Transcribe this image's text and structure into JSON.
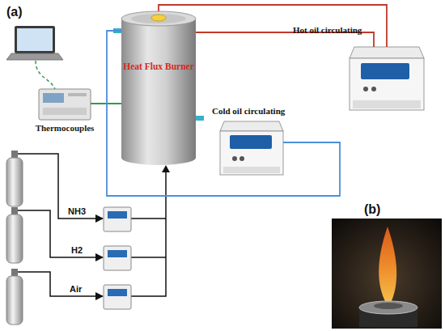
{
  "diagram": {
    "nodes": [
      {
        "text": [
          "Heat Flux Burner"
        ]
      },
      {
        "text": [
          "Thermocouples"
        ]
      },
      {
        "text": [
          "Hot oil circulating"
        ]
      },
      {
        "text": [
          "Cold oil circulating"
        ]
      }
    ],
    "edges": [
      {
        "from": 1,
        "to": 0,
        "arrow": "none"
      },
      {
        "from": 0,
        "to": 2,
        "arrow": "none"
      },
      {
        "from": 0,
        "to": 2,
        "arrow": "none"
      },
      {
        "from": 3,
        "to": 0,
        "arrow": "none"
      }
    ],
    "labels": [
      "(a)",
      "(b)",
      "NH3",
      "H2",
      "Air"
    ]
  }
}
